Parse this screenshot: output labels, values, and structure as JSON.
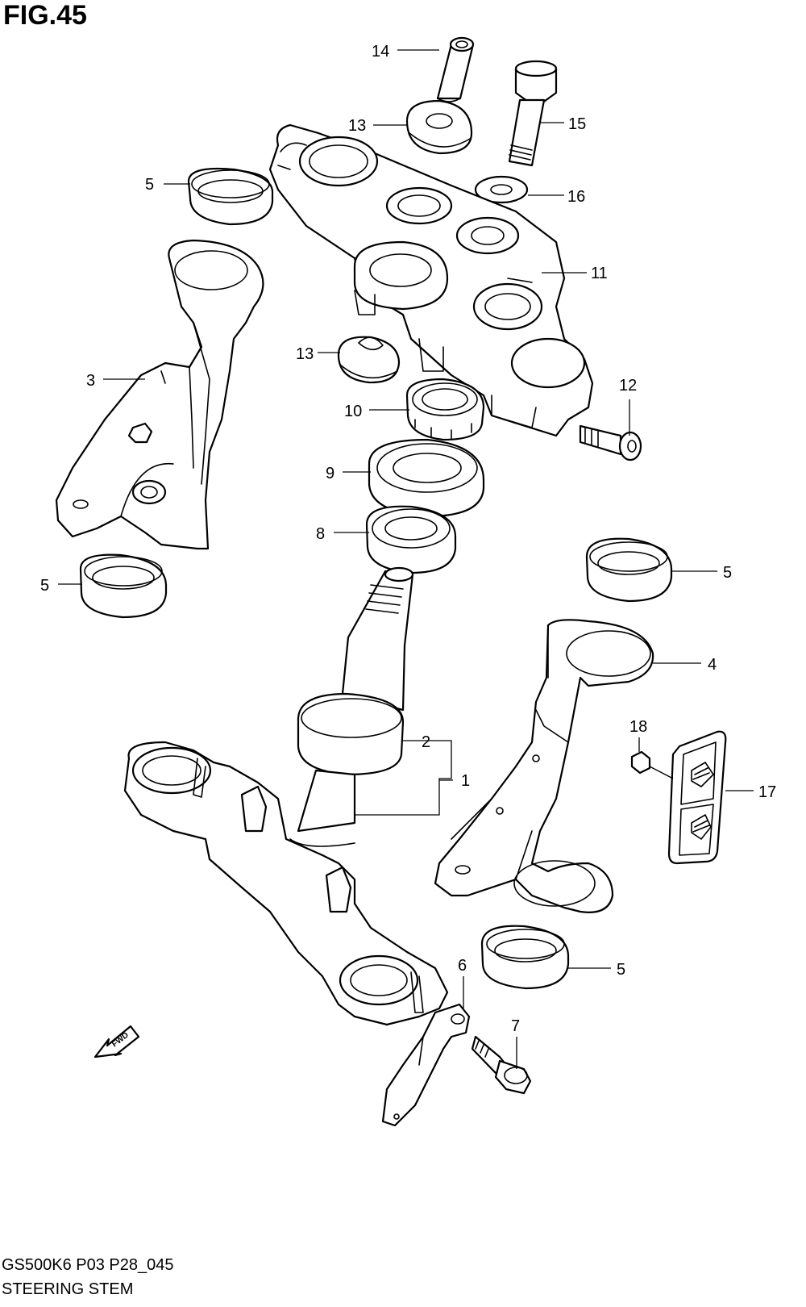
{
  "figure": {
    "title": "FIG.45",
    "code": "GS500K6 P03 P28_045",
    "name": "STEERING STEM"
  },
  "fwd_label": "FWD",
  "callouts": {
    "c14": "14",
    "c15": "15",
    "c13a": "13",
    "c16": "16",
    "c5a": "5",
    "c11": "11",
    "c13b": "13",
    "c3": "3",
    "c12": "12",
    "c10": "10",
    "c9": "9",
    "c8": "8",
    "c5b": "5",
    "c5c": "5",
    "c4": "4",
    "c18": "18",
    "c2": "2",
    "c1": "1",
    "c17": "17",
    "c6": "6",
    "c5d": "5",
    "c7": "7"
  }
}
